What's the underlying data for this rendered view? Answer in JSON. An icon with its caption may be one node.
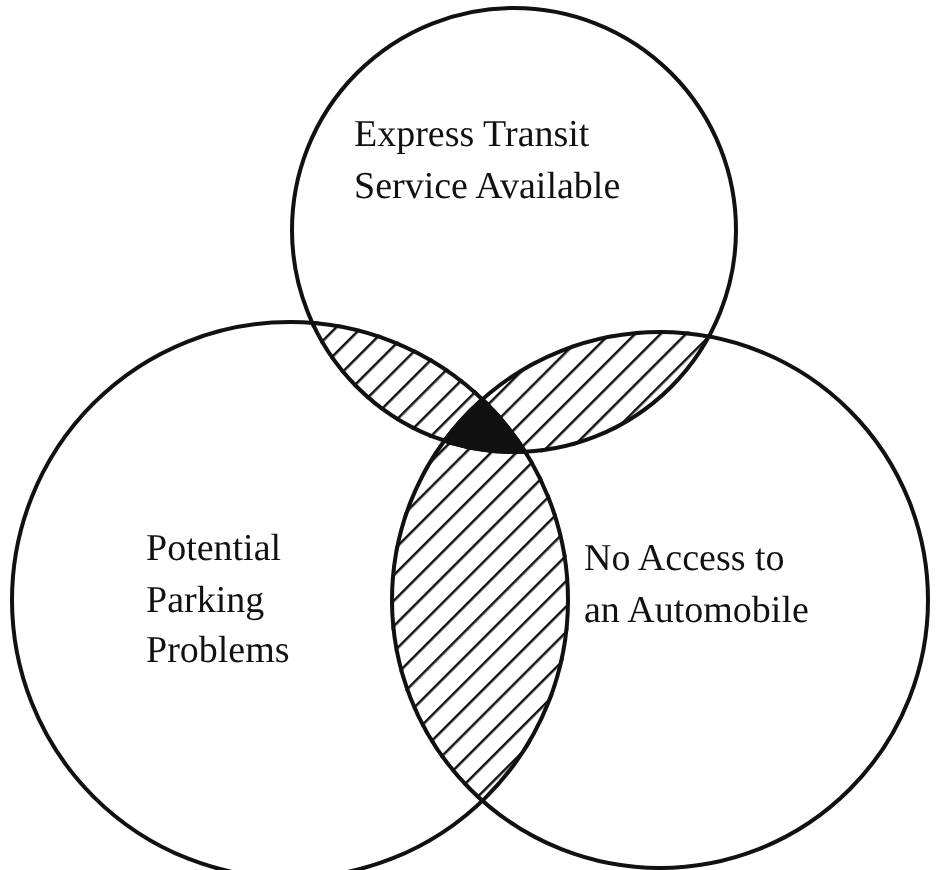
{
  "diagram": {
    "nodes": [
      {
        "text": [
          "Express Transit Service Available"
        ]
      },
      {
        "text": [
          "Potential Parking Problems"
        ]
      },
      {
        "text": [
          "No Access to an Automobile"
        ]
      }
    ],
    "edges": []
  }
}
